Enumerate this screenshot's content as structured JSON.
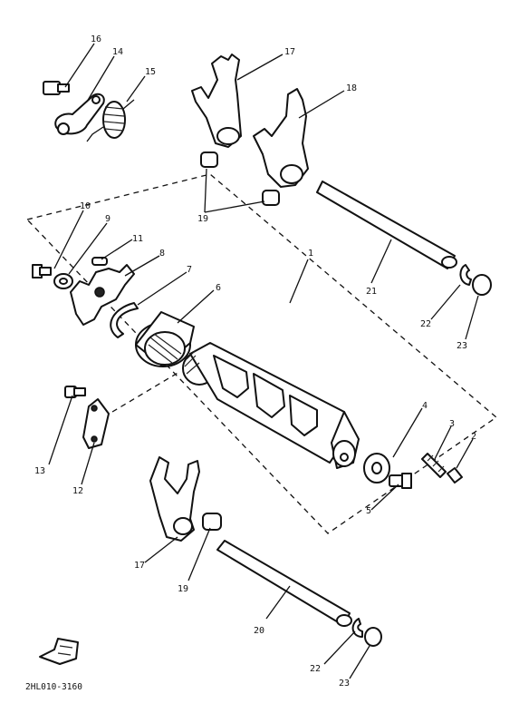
{
  "callouts": {
    "c1": "1",
    "c2": "2",
    "c3": "3",
    "c4": "4",
    "c5": "5",
    "c6": "6",
    "c7": "7",
    "c8": "8",
    "c9": "9",
    "c10": "10",
    "c11": "11",
    "c12": "12",
    "c13": "13",
    "c14": "14",
    "c15": "15",
    "c16": "16",
    "c17a": "17",
    "c17b": "17",
    "c18": "18",
    "c19a": "19",
    "c19b": "19",
    "c20": "20",
    "c21": "21",
    "c22a": "22",
    "c22b": "22",
    "c23a": "23",
    "c23b": "23"
  },
  "figure_code": "2HL010-3160"
}
